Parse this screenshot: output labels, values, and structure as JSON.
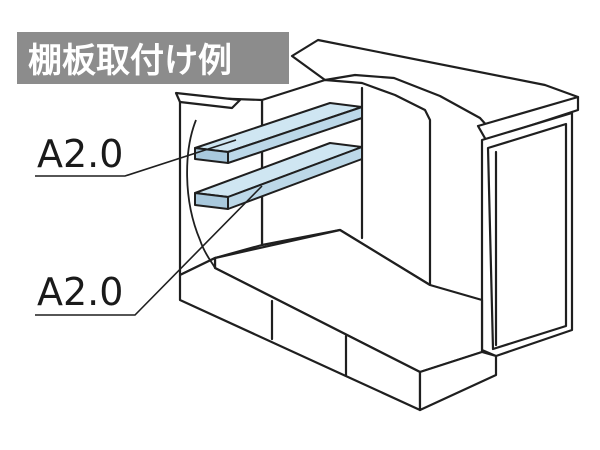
{
  "title": "棚板取付け例",
  "callouts": [
    {
      "label": "A2.0"
    },
    {
      "label": "A2.0"
    }
  ],
  "colors": {
    "title_bg": "#8c8c8c",
    "title_text": "#ffffff",
    "line": "#1f1f1f",
    "shelf_top": "#cfe6f2",
    "shelf_front": "#a9c9dd",
    "label_text": "#1a1a1a"
  }
}
